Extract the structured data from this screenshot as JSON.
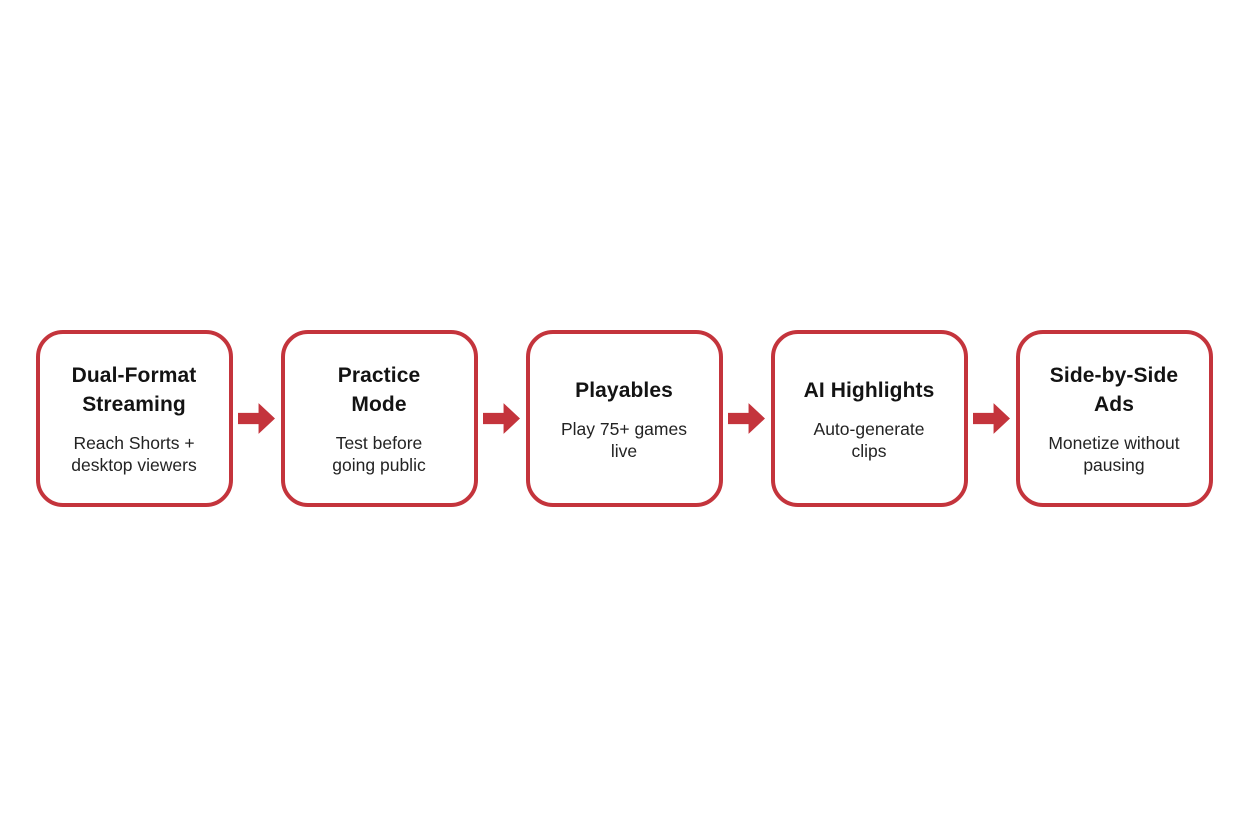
{
  "diagram": {
    "type": "horizontal-flow",
    "accent_color": "#c4343c",
    "background_color": "#ffffff",
    "connector_icon": "arrow-right",
    "steps": [
      {
        "title": "Dual-Format\nStreaming",
        "subtitle": "Reach Shorts +\ndesktop viewers"
      },
      {
        "title": "Practice\nMode",
        "subtitle": "Test before\ngoing public"
      },
      {
        "title": "Playables",
        "subtitle": "Play 75+ games\nlive"
      },
      {
        "title": "AI Highlights",
        "subtitle": "Auto-generate\nclips"
      },
      {
        "title": "Side-by-Side\nAds",
        "subtitle": "Monetize without\npausing"
      }
    ]
  }
}
